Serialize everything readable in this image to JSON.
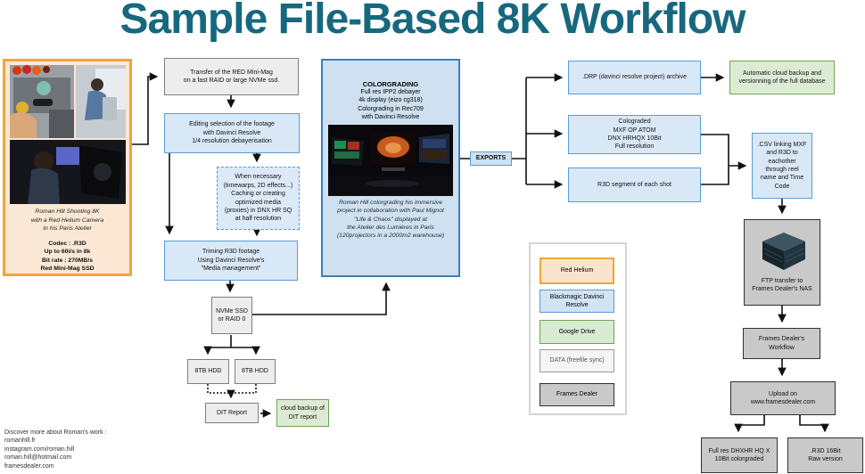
{
  "title": "Sample File-Based 8K Workflow",
  "left_panel": {
    "caption": "Roman Hill Shooting 8K\nwith a Red Helium Camera\nIn his Paris Atelier",
    "specs": "Codec : .R3D\nUp to 60i/s in 8k\nBit rate : 270MB/s\nRed Mini-Mag SSD"
  },
  "colorgrading": {
    "title": "COLORGRADING",
    "body": "Full res IPP2 debayer\n4k display (eizo cg318)\nColorgrading in Rec709\nwith Davinci Resolve",
    "caption": "Roman Hill colorgrading his immersive\nproject in collaboration with Paul Mignot\n\"Life & Chaos\" displayed at\nthe Atelier des Lumiéres in Paris\n(120projectors in a 2000m2 warehouse)"
  },
  "nodes": {
    "transfer": "Transfer of the RED Mini-Mag\non a fast RAID or large NVMe ssd.",
    "editing": "Editing selection of the footage\nwith Davinci Resolve\n1/4 resolution debayerisation",
    "when_necessary": "When necessary\n(timewarps, 2D effects...)\nCaching or creating\noptimized media\n(proxies) in DNX HR SQ\nat half resolution",
    "triming": "Triming R3D footage\nUsing Davinci Resolve's\n\"Media management\"",
    "nvme": "NVMe SSD\nor RAID 0",
    "hdd1": "8TB HDD",
    "hdd2": "8TB HDD",
    "dit_report": "DIT Report",
    "dit_cloud": "cloud backup of\nDIT report",
    "exports": "EXPORTS",
    "drp": ".DRP (davinci resolve project) archive",
    "auto_backup": "Automatic cloud backup and\nversionning of the full database",
    "colograded": "Colograded\nMXF OP ATOM\nDNX HRHQX 10Bit\nFull resolution",
    "r3d_segment": "R3D segment of each shot",
    "csv": ".CSV linking MXF\nand R3D to\neachother\nthrough reel\nname and Time\nCode",
    "ftp": "FTP transfer to\nFrames Dealer's NAS",
    "workflow": "Frames Dealer's\nWorkflow",
    "upload": "Upload on\nwww.framesdealer.com",
    "fullres": "Full res DHXHR HQ X\n10Bit colorgraded",
    "raw": ".R3D 16Bit\nRaw version"
  },
  "legend": {
    "red_helium": "Red Helium",
    "davinci": "Blackmagic Davinci\nResolve",
    "google_drive": "Google Drive",
    "data_sync": "DATA (freefile sync)",
    "frames_dealer": "Frames Dealer"
  },
  "footer": "Discover more about Roman's work :\nromanhill.fr\ninstagram.com/roman.hill\nroman.hill@hotmail.com\nframesdealer.com",
  "colors": {
    "title": "#17687f",
    "blue_border": "#5b9bd5",
    "blue_fill": "#d9e8f7",
    "green_border": "#6aa84f",
    "green_fill": "#ddebd5",
    "orange_border": "#f0a437",
    "orange_fill": "#fbe8d4",
    "dark_gray_fill": "#c9c9c9",
    "light_gray_fill": "#ededed"
  }
}
